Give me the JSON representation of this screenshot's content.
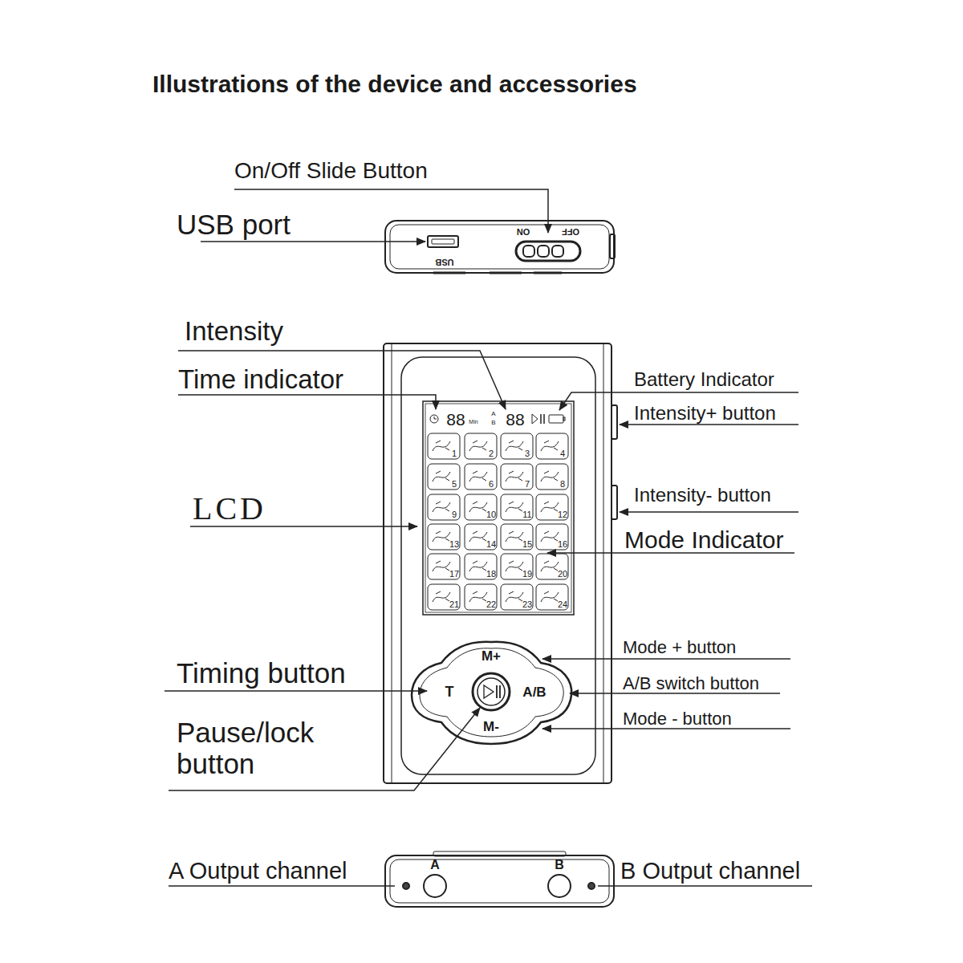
{
  "diagram": {
    "title": "Illustrations of the device and accessories",
    "labels": [
      "On/Off Slide Button",
      "USB port",
      "OFF",
      "ON",
      "USB",
      "Intensity",
      "Time indicator",
      "LCD",
      "Battery Indicator",
      "Intensity+ button",
      "Intensity- button",
      "Mode Indicator",
      "88",
      "Min",
      "A",
      "B",
      "88",
      "1",
      "2",
      "3",
      "4",
      "5",
      "6",
      "7",
      "8",
      "9",
      "10",
      "11",
      "12",
      "13",
      "14",
      "15",
      "16",
      "17",
      "18",
      "19",
      "20",
      "21",
      "22",
      "23",
      "24",
      "M+",
      "A/B",
      "M-",
      "T",
      "Mode + button",
      "A/B switch button",
      "Mode - button",
      "Timing button",
      "Pause/lock button",
      "A Output channel",
      "A",
      "B",
      "B Output channel"
    ]
  }
}
